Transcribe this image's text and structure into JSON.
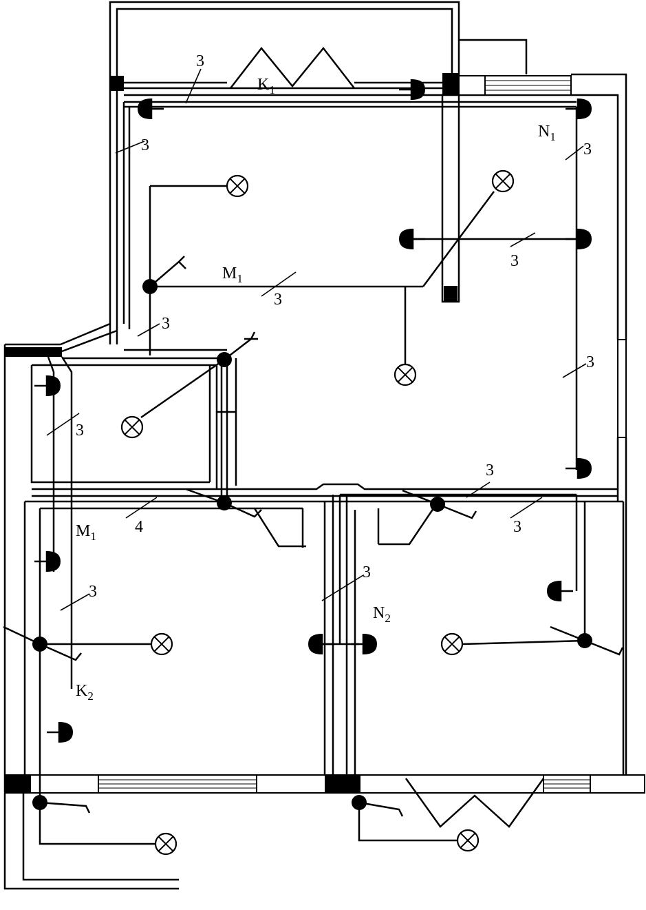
{
  "diagram": {
    "labels": {
      "k1": "K",
      "k1_sub": "1",
      "k2": "K",
      "k2_sub": "2",
      "n1": "N",
      "n1_sub": "1",
      "n2": "N",
      "n2_sub": "2",
      "m1_top": "M",
      "m1_top_sub": "1",
      "m1_left": "M",
      "m1_left_sub": "1",
      "wire_count_3": "3",
      "wire_count_4": "4"
    }
  }
}
